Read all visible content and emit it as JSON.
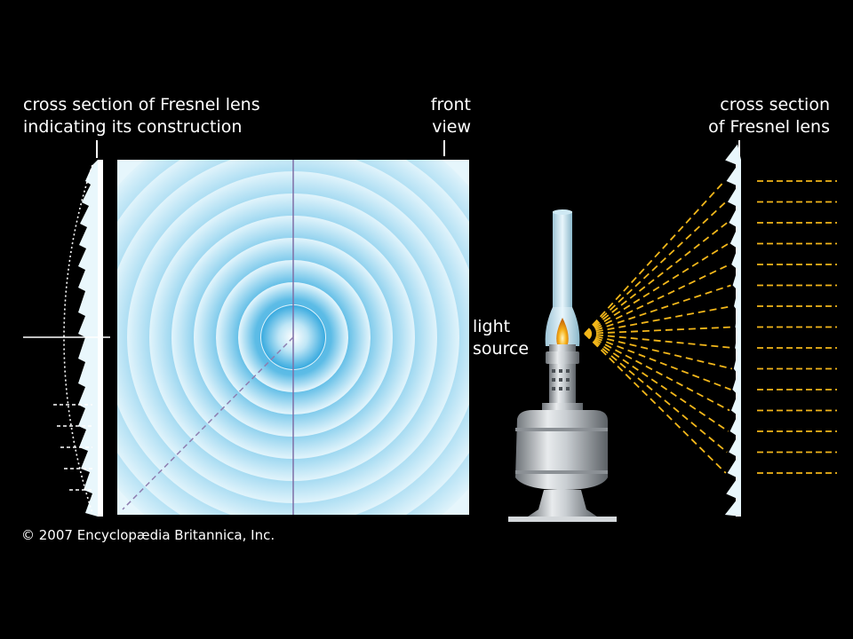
{
  "labels": {
    "left_line1": "cross section of Fresnel lens",
    "left_line2": "indicating its construction",
    "front_line1": "front",
    "front_line2": "view",
    "right_line1": "cross section",
    "right_line2": "of Fresnel lens",
    "light_line1": "light",
    "light_line2": "source",
    "copyright": "© 2007 Encyclopædia Britannica, Inc."
  },
  "colors": {
    "background": "#000000",
    "lens_light": "#e6f6fc",
    "lens_blue": "#36a9df",
    "ray": "#f3b71a",
    "center_line": "#7f6fa6",
    "white": "#ffffff"
  },
  "front_view": {
    "ring_count": 9
  },
  "lamp": {
    "icon": "oil-lamp-icon"
  }
}
